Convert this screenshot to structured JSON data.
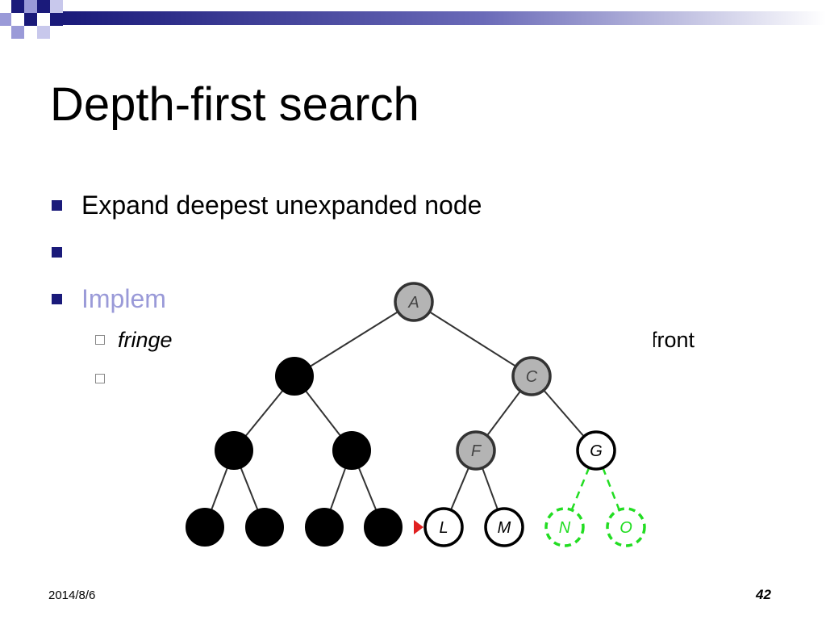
{
  "slide": {
    "title": "Depth-first search",
    "bullets": [
      {
        "text": "Expand deepest unexpanded node"
      },
      {
        "text": ""
      },
      {
        "text": "Implem"
      }
    ],
    "subbullets": [
      {
        "text_left": "fringe",
        "text_right": "front"
      },
      {
        "text_left": "",
        "text_right": ""
      }
    ],
    "footer": {
      "date": "2014/8/6",
      "page": "42"
    }
  },
  "colors": {
    "accent": "#1a1a7a",
    "visited_node": "#000000",
    "expanded_node": "#b4b4b4",
    "fringe_node": "#ffffff",
    "new_fringe": "#22dd22",
    "pointer": "#e02020",
    "faded_text": "#9a9ad8"
  },
  "tree": {
    "nodes": [
      {
        "id": "A",
        "label": "A",
        "state": "expanded"
      },
      {
        "id": "B",
        "label": "",
        "state": "visited"
      },
      {
        "id": "C",
        "label": "C",
        "state": "expanded"
      },
      {
        "id": "D",
        "label": "",
        "state": "visited"
      },
      {
        "id": "E",
        "label": "",
        "state": "visited"
      },
      {
        "id": "F",
        "label": "F",
        "state": "expanded"
      },
      {
        "id": "G",
        "label": "G",
        "state": "fringe"
      },
      {
        "id": "H",
        "label": "",
        "state": "visited"
      },
      {
        "id": "I",
        "label": "",
        "state": "visited"
      },
      {
        "id": "J",
        "label": "",
        "state": "visited"
      },
      {
        "id": "K",
        "label": "",
        "state": "visited"
      },
      {
        "id": "L",
        "label": "L",
        "state": "current"
      },
      {
        "id": "M",
        "label": "M",
        "state": "fringe"
      },
      {
        "id": "N",
        "label": "N",
        "state": "new"
      },
      {
        "id": "O",
        "label": "O",
        "state": "new"
      }
    ],
    "edges": [
      [
        "A",
        "B",
        "solid"
      ],
      [
        "A",
        "C",
        "solid"
      ],
      [
        "B",
        "D",
        "solid"
      ],
      [
        "B",
        "E",
        "solid"
      ],
      [
        "C",
        "F",
        "solid"
      ],
      [
        "C",
        "G",
        "solid"
      ],
      [
        "D",
        "H",
        "solid"
      ],
      [
        "D",
        "I",
        "solid"
      ],
      [
        "E",
        "J",
        "solid"
      ],
      [
        "E",
        "K",
        "solid"
      ],
      [
        "F",
        "L",
        "solid"
      ],
      [
        "F",
        "M",
        "solid"
      ],
      [
        "G",
        "N",
        "dashed"
      ],
      [
        "G",
        "O",
        "dashed"
      ]
    ]
  }
}
